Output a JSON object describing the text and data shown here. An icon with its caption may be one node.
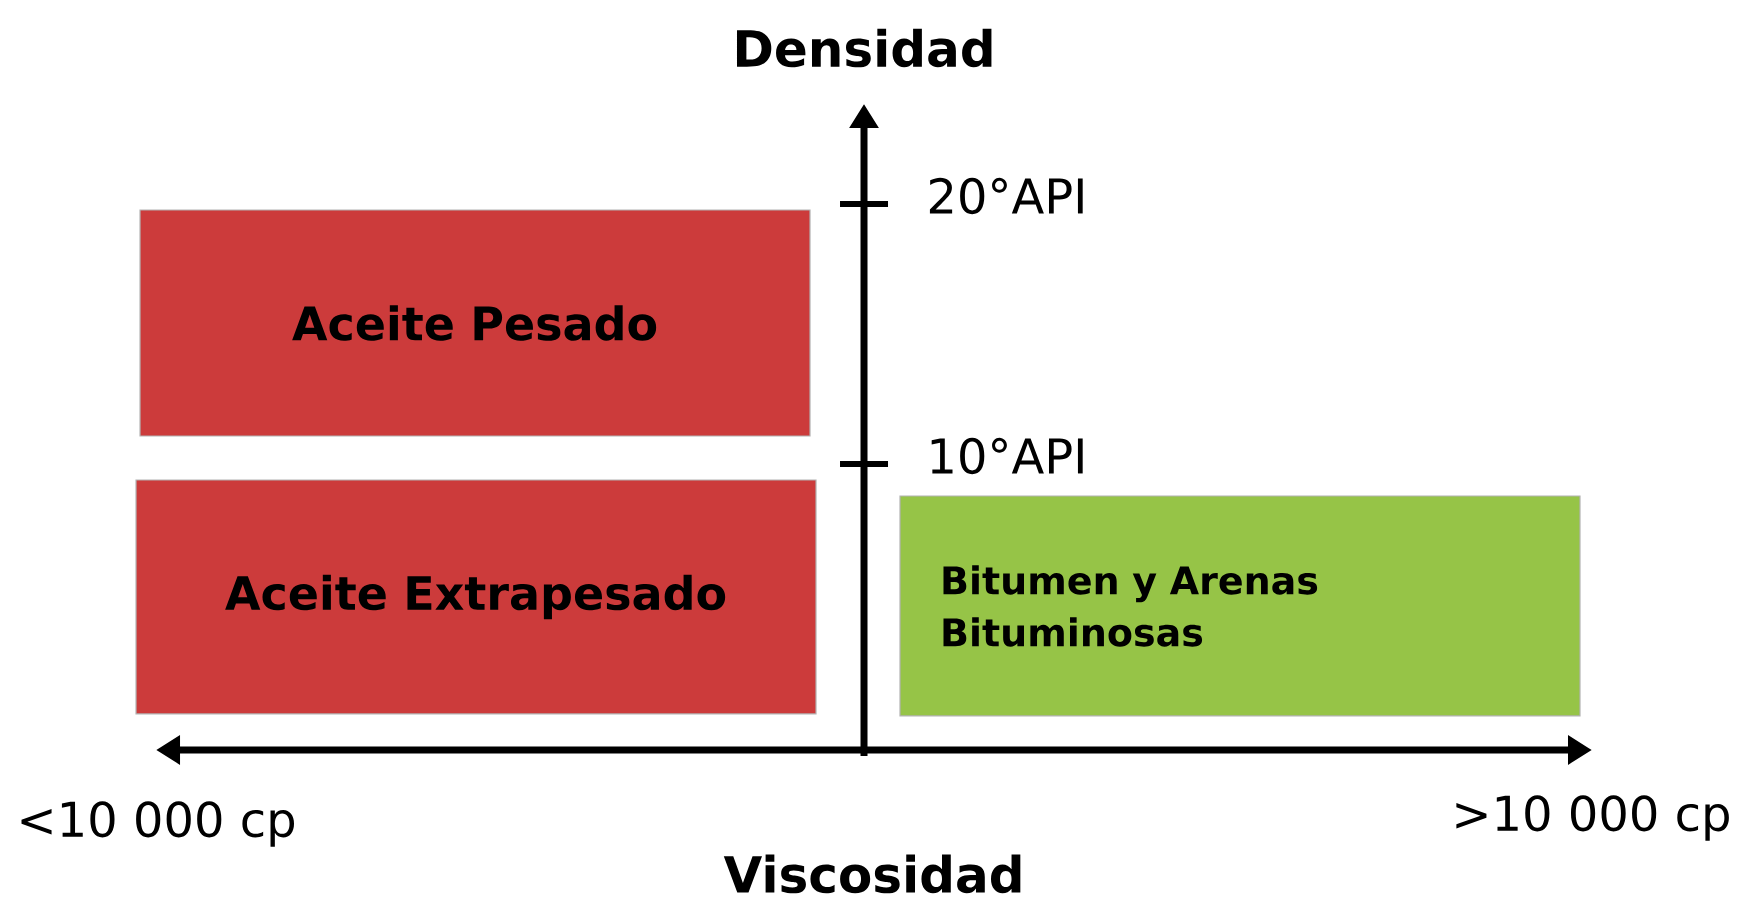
{
  "diagram": {
    "nodes": [
      {
        "text": [
          "Aceite Pesado"
        ]
      },
      {
        "text": [
          "Aceite Extrapesado"
        ]
      },
      {
        "text": [
          "Bitumen y Arenas Bituminosas"
        ]
      }
    ],
    "labels": [
      "Densidad",
      "20°API",
      "10°API",
      "<10 000 cp",
      ">10 000 cp",
      "Viscosidad"
    ]
  }
}
